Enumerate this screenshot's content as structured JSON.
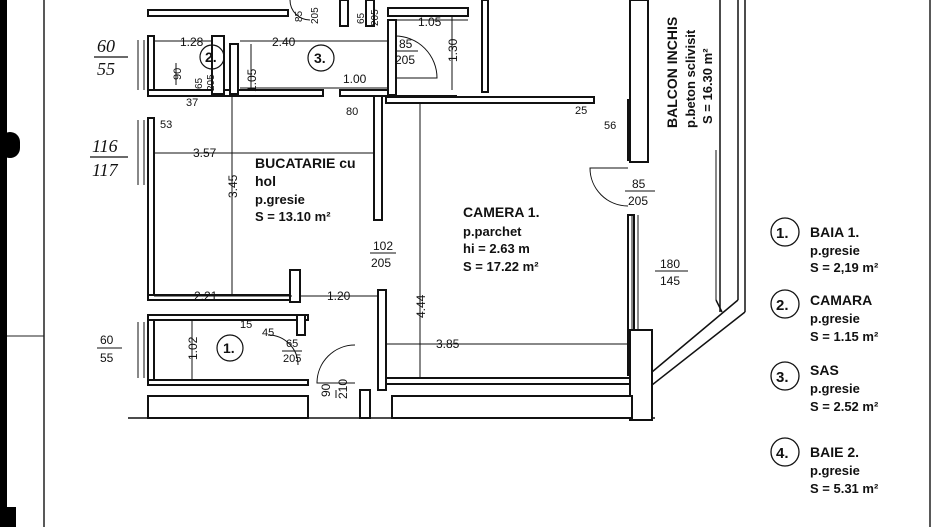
{
  "rooms": {
    "bucatarie": {
      "name": "BUCATARIE cu",
      "name2": "hol",
      "floor": "p.gresie",
      "area": "S = 13.10 m²"
    },
    "camera1": {
      "name": "CAMERA 1.",
      "floor": "p.parchet",
      "height": "hi = 2.63 m",
      "area": "S = 17.22 m²"
    },
    "balcon": {
      "name": "BALCON INCHIS",
      "floor": "p.beton sclivisit",
      "area": "S = 16.30 m²"
    }
  },
  "markers": {
    "m1": "1.",
    "m2": "2.",
    "m3": "3."
  },
  "dims": {
    "d128": "1.28",
    "d240": "2.40",
    "d105top": "1.05",
    "d130": "1.30",
    "d105v": "1.05",
    "d100": "1.00",
    "d357": "3.57",
    "d345": "3.45",
    "d221": "2.21",
    "d120": "1.20",
    "d444": "4.44",
    "d385": "3.85",
    "d102": "1.02",
    "d90": "90",
    "n80": "80",
    "n25": "25",
    "n56": "56",
    "n53": "53",
    "n37": "37",
    "n15": "15",
    "n45": "45"
  },
  "openings": {
    "o1": {
      "top": "85",
      "bottom": "205"
    },
    "o2": {
      "top": "65",
      "bottom": "205"
    },
    "o3": {
      "top": "85",
      "bottom": "205"
    },
    "o4": {
      "top": "65",
      "bottom": "205"
    },
    "o5": {
      "top": "85",
      "bottom": "205"
    },
    "o6": {
      "top": "102",
      "bottom": "205"
    },
    "o7": {
      "top": "180",
      "bottom": "145"
    },
    "o8": {
      "top": "65",
      "bottom": "205"
    },
    "o9": {
      "top": "90",
      "bottom": "210"
    },
    "o10": {
      "top": "60",
      "bottom": "55"
    }
  },
  "handwritten": {
    "h1_top": "60",
    "h1_bottom": "55",
    "h2_top": "116",
    "h2_bottom": "117"
  },
  "legend": [
    {
      "num": "1.",
      "name": "BAIA 1.",
      "floor": "p.gresie",
      "area": "S = 2,19 m²"
    },
    {
      "num": "2.",
      "name": "CAMARA",
      "floor": "p.gresie",
      "area": "S = 1.15 m²"
    },
    {
      "num": "3.",
      "name": "SAS",
      "floor": "p.gresie",
      "area": "S = 2.52 m²"
    },
    {
      "num": "4.",
      "name": "BAIE 2.",
      "floor": "p.gresie",
      "area": "S = 5.31 m²"
    }
  ]
}
